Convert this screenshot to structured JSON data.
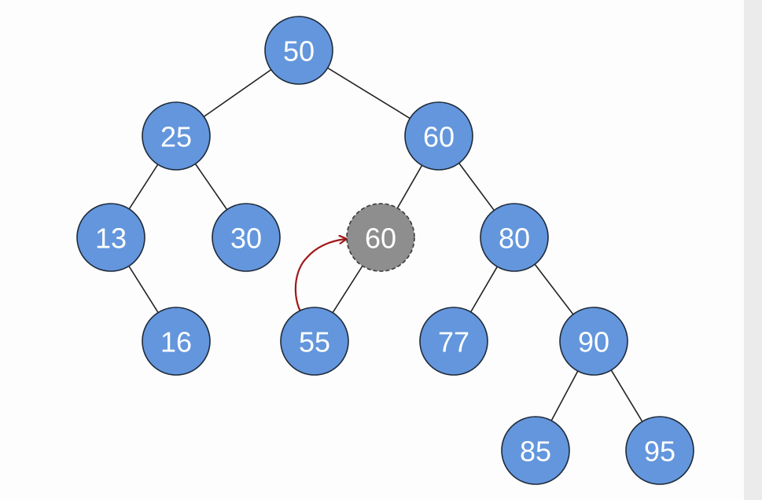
{
  "colors": {
    "node_fill": "#6396dc",
    "node_stroke": "#1f2a3a",
    "ghost_fill": "#8e8e8e",
    "ghost_stroke": "#3a3a3a",
    "edge": "#222222",
    "arrow": "#a01818"
  },
  "nodes": [
    {
      "id": "n50",
      "label": "50",
      "kind": "normal"
    },
    {
      "id": "n25",
      "label": "25",
      "kind": "normal"
    },
    {
      "id": "n60",
      "label": "60",
      "kind": "normal"
    },
    {
      "id": "n13",
      "label": "13",
      "kind": "normal"
    },
    {
      "id": "n30",
      "label": "30",
      "kind": "normal"
    },
    {
      "id": "n60g",
      "label": "60",
      "kind": "removed"
    },
    {
      "id": "n80",
      "label": "80",
      "kind": "normal"
    },
    {
      "id": "n16",
      "label": "16",
      "kind": "normal"
    },
    {
      "id": "n55",
      "label": "55",
      "kind": "normal"
    },
    {
      "id": "n77",
      "label": "77",
      "kind": "normal"
    },
    {
      "id": "n90",
      "label": "90",
      "kind": "normal"
    },
    {
      "id": "n85",
      "label": "85",
      "kind": "normal"
    },
    {
      "id": "n95",
      "label": "95",
      "kind": "normal"
    }
  ],
  "edges": [
    [
      "n50",
      "n25"
    ],
    [
      "n50",
      "n60"
    ],
    [
      "n25",
      "n13"
    ],
    [
      "n25",
      "n30"
    ],
    [
      "n60",
      "n60g"
    ],
    [
      "n60",
      "n80"
    ],
    [
      "n13",
      "n16"
    ],
    [
      "n60g",
      "n55"
    ],
    [
      "n80",
      "n77"
    ],
    [
      "n80",
      "n90"
    ],
    [
      "n90",
      "n85"
    ],
    [
      "n90",
      "n95"
    ]
  ],
  "arrow": {
    "from": "n55",
    "to": "n60g"
  }
}
